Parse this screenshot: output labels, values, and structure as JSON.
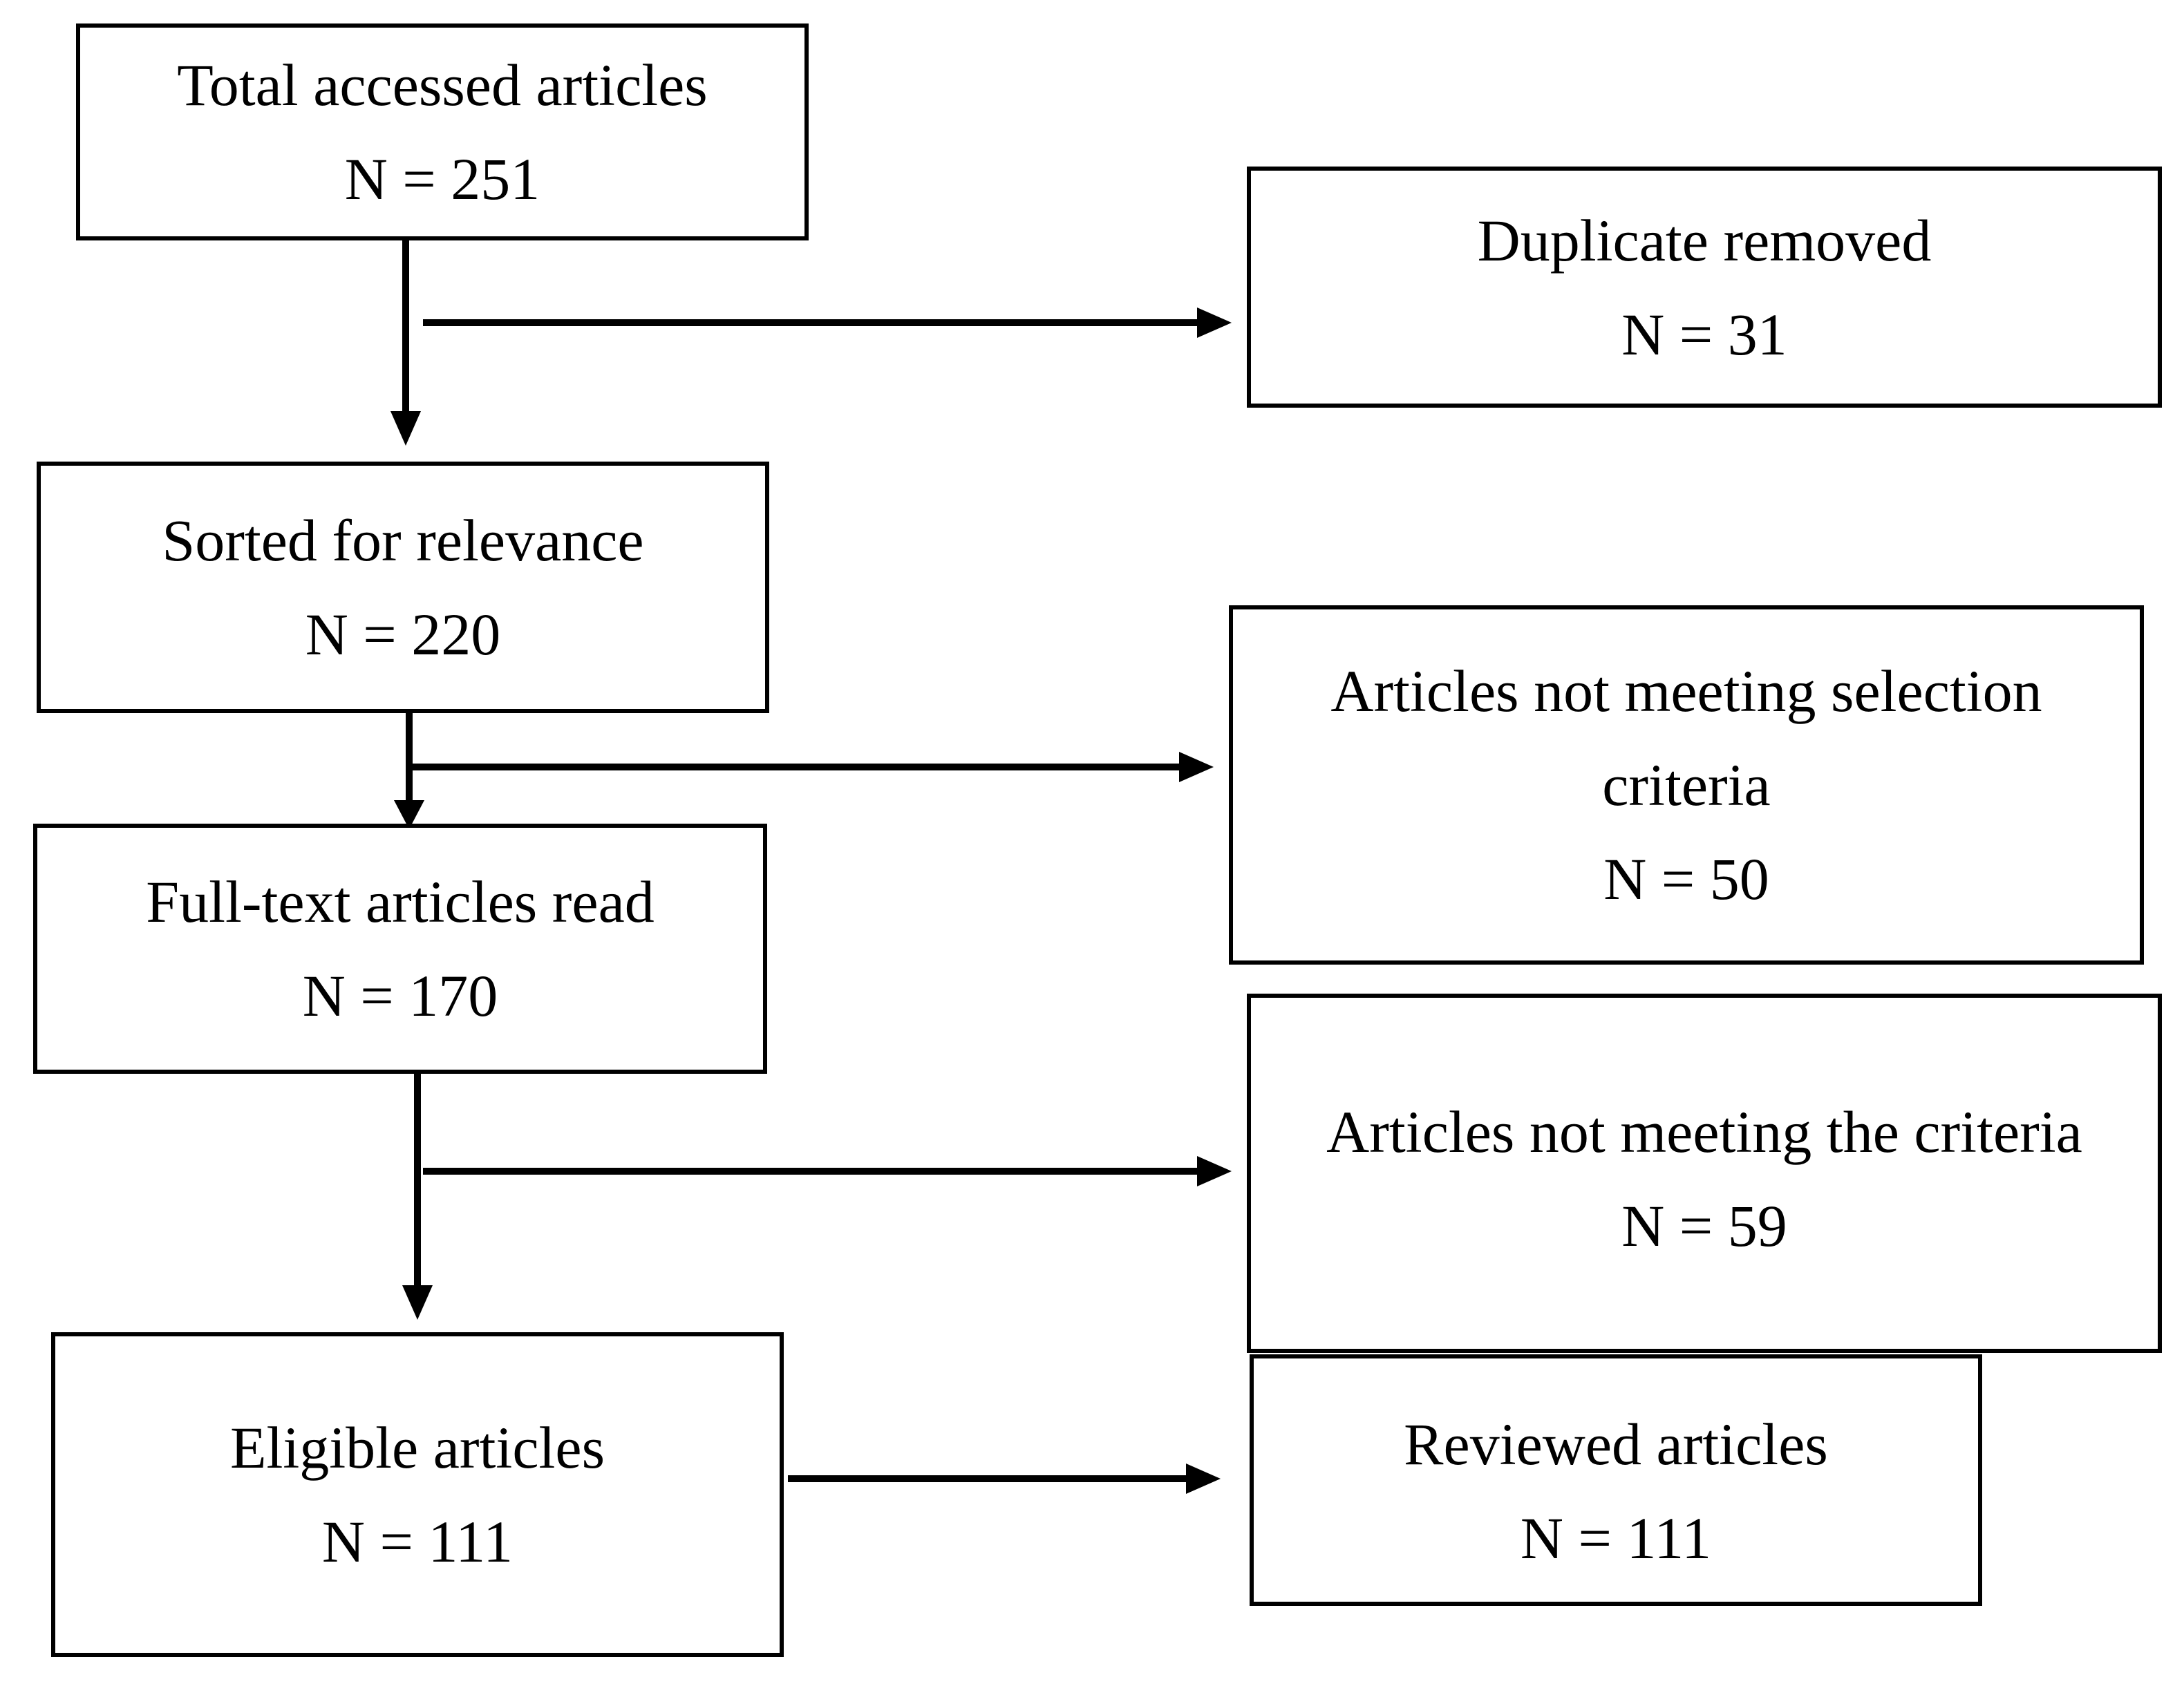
{
  "boxes": {
    "total_accessed": {
      "label": "Total accessed articles",
      "count": "N = 251"
    },
    "duplicate_removed": {
      "label": "Duplicate removed",
      "count": "N = 31"
    },
    "sorted_relevance": {
      "label": "Sorted for relevance",
      "count": "N = 220"
    },
    "not_meeting_selection": {
      "label_line1": "Articles not meeting selection",
      "label_line2": "criteria",
      "count": "N = 50"
    },
    "full_text_read": {
      "label": "Full-text articles read",
      "count": "N = 170"
    },
    "not_meeting_criteria": {
      "label": "Articles not meeting the criteria",
      "count": "N = 59"
    },
    "eligible": {
      "label": "Eligible articles",
      "count": "N = 111"
    },
    "reviewed": {
      "label": "Reviewed articles",
      "count": "N = 111"
    }
  },
  "colors": {
    "stroke": "#000000",
    "background": "#ffffff"
  }
}
